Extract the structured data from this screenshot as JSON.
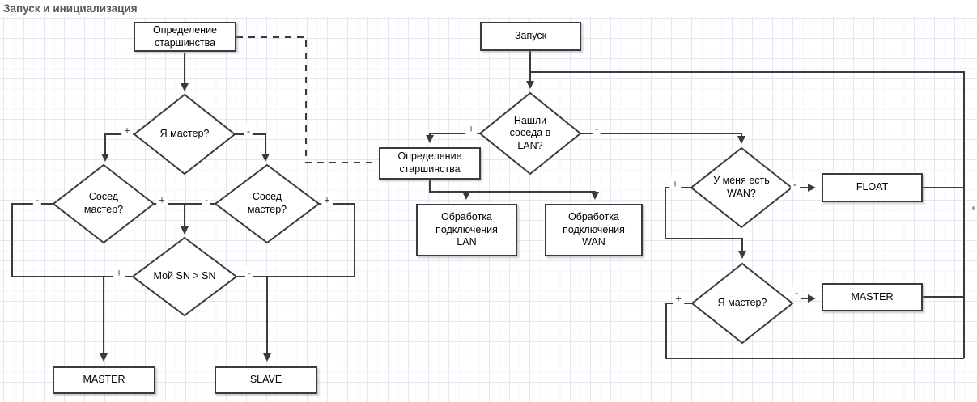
{
  "title": "Запуск и инициализация",
  "colors": {
    "line": "#3b3b3b",
    "shape_border": "#3b3b3b",
    "shape_fill": "#ffffff",
    "grid_major": "#e6e6f3",
    "grid_minor": "#f4f4fb",
    "title_text": "#595959"
  },
  "nodes": {
    "def_senior_left": {
      "label": "Определение\nстаршинства",
      "type": "process"
    },
    "am_master_left": {
      "label": "Я мастер?",
      "type": "decision"
    },
    "neighbor_master_1": {
      "label": "Сосед\nмастер?",
      "type": "decision"
    },
    "neighbor_master_2": {
      "label": "Сосед\nмастер?",
      "type": "decision"
    },
    "my_sn": {
      "label": "Мой SN > SN",
      "type": "decision"
    },
    "master_left": {
      "label": "MASTER",
      "type": "process"
    },
    "slave": {
      "label": "SLAVE",
      "type": "process"
    },
    "start": {
      "label": "Запуск",
      "type": "process"
    },
    "found_lan": {
      "label": "Нашли\nсоседа в\nLAN?",
      "type": "decision"
    },
    "def_senior_mid": {
      "label": "Определение\nстаршинства",
      "type": "process"
    },
    "proc_lan": {
      "label": "Обработка\nподключения\nLAN",
      "type": "process"
    },
    "proc_wan": {
      "label": "Обработка\nподключения\nWAN",
      "type": "process"
    },
    "have_wan": {
      "label": "У меня есть\nWAN?",
      "type": "decision"
    },
    "float_state": {
      "label": "FLOAT",
      "type": "process"
    },
    "am_master_right": {
      "label": "Я мастер?",
      "type": "decision"
    },
    "master_right": {
      "label": "MASTER",
      "type": "process"
    }
  },
  "edge_labels": {
    "plus": "+",
    "minus": "-"
  },
  "edges": [
    {
      "from": "def_senior_left",
      "to": "am_master_left",
      "label": ""
    },
    {
      "from": "def_senior_left",
      "to": "def_senior_mid",
      "label": "",
      "style": "dashed"
    },
    {
      "from": "am_master_left",
      "to": "neighbor_master_1",
      "label": "+"
    },
    {
      "from": "am_master_left",
      "to": "neighbor_master_2",
      "label": "-"
    },
    {
      "from": "neighbor_master_1",
      "to": "master_left",
      "label": "-"
    },
    {
      "from": "neighbor_master_1",
      "to": "my_sn",
      "label": "+"
    },
    {
      "from": "neighbor_master_2",
      "to": "my_sn",
      "label": "-"
    },
    {
      "from": "neighbor_master_2",
      "to": "slave",
      "label": "+"
    },
    {
      "from": "my_sn",
      "to": "master_left",
      "label": "+"
    },
    {
      "from": "my_sn",
      "to": "slave",
      "label": "-"
    },
    {
      "from": "start",
      "to": "found_lan",
      "label": ""
    },
    {
      "from": "found_lan",
      "to": "def_senior_mid",
      "label": "+"
    },
    {
      "from": "found_lan",
      "to": "have_wan",
      "label": "-"
    },
    {
      "from": "def_senior_mid",
      "to": "proc_lan",
      "label": ""
    },
    {
      "from": "def_senior_mid",
      "to": "proc_wan",
      "label": ""
    },
    {
      "from": "have_wan",
      "to": "am_master_right",
      "label": "+"
    },
    {
      "from": "have_wan",
      "to": "float_state",
      "label": "-"
    },
    {
      "from": "am_master_right",
      "to": "master_right",
      "label": "-"
    },
    {
      "from": "am_master_right",
      "to": "found_lan",
      "label": "+",
      "style": "loop"
    },
    {
      "from": "float_state",
      "to": "found_lan",
      "label": "",
      "style": "loop"
    },
    {
      "from": "master_right",
      "to": "found_lan",
      "label": "",
      "style": "loop"
    }
  ]
}
